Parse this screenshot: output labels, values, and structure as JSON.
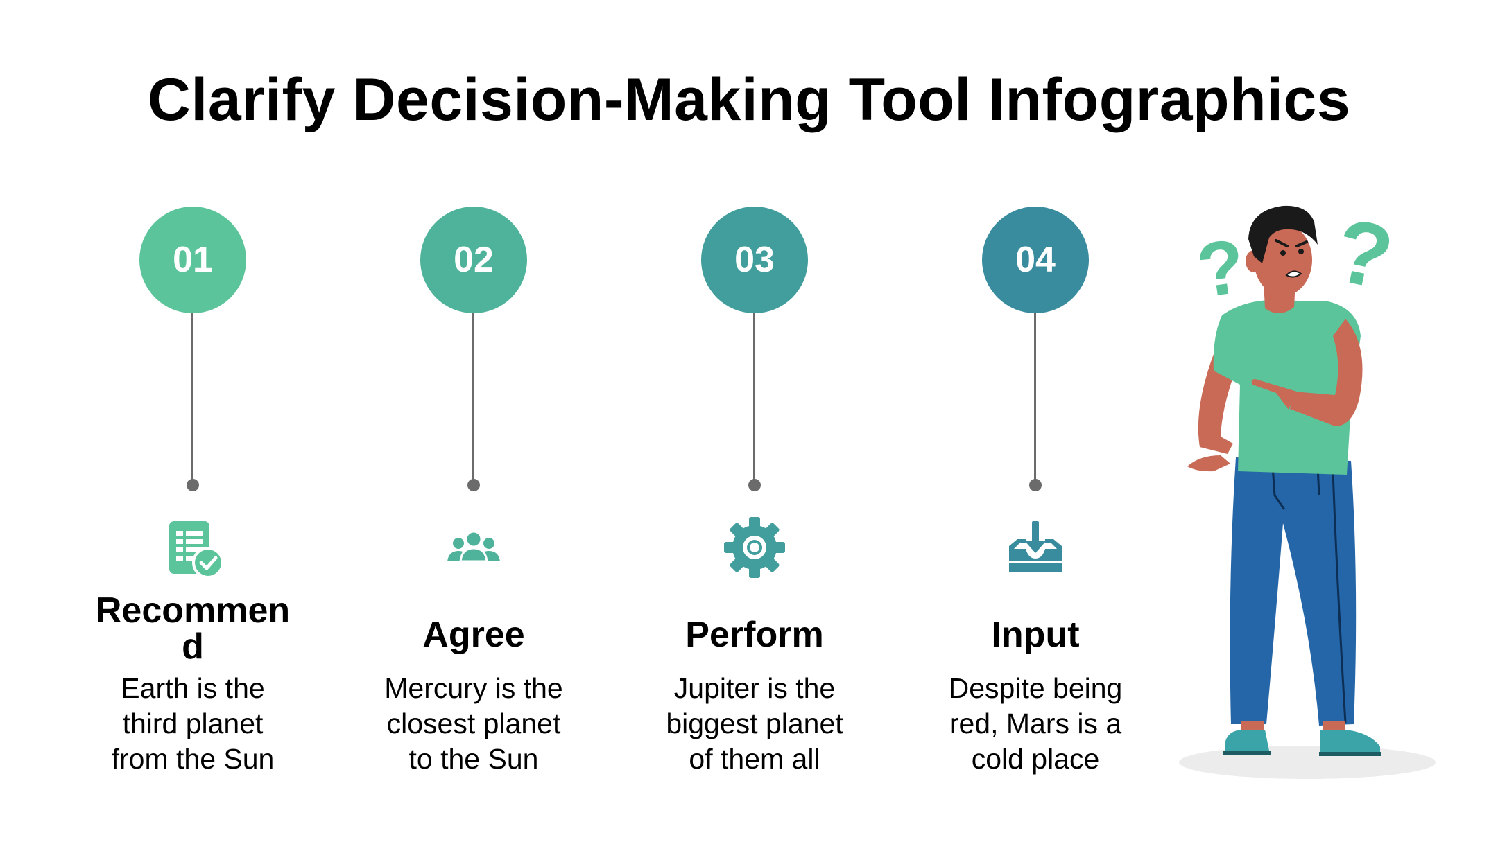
{
  "title": "Clarify Decision-Making Tool Infographics",
  "steps": [
    {
      "number": "01",
      "heading": "Recommend",
      "lines": [
        "Earth is the",
        "third planet",
        "from the Sun"
      ],
      "color": "#5cc49a",
      "icon": "checklist-document-icon"
    },
    {
      "number": "02",
      "heading": "Agree",
      "lines": [
        "Mercury is the",
        "closest planet",
        "to the Sun"
      ],
      "color": "#4fb39b",
      "icon": "people-group-icon"
    },
    {
      "number": "03",
      "heading": "Perform",
      "lines": [
        "Jupiter is the",
        "biggest planet",
        "of them all"
      ],
      "color": "#419e9c",
      "icon": "gear-icon"
    },
    {
      "number": "04",
      "heading": "Input",
      "lines": [
        "Despite being",
        "red, Mars is a",
        "cold place"
      ],
      "color": "#388c9e",
      "icon": "inbox-download-icon"
    }
  ],
  "illustration": "confused-man-with-question-marks"
}
